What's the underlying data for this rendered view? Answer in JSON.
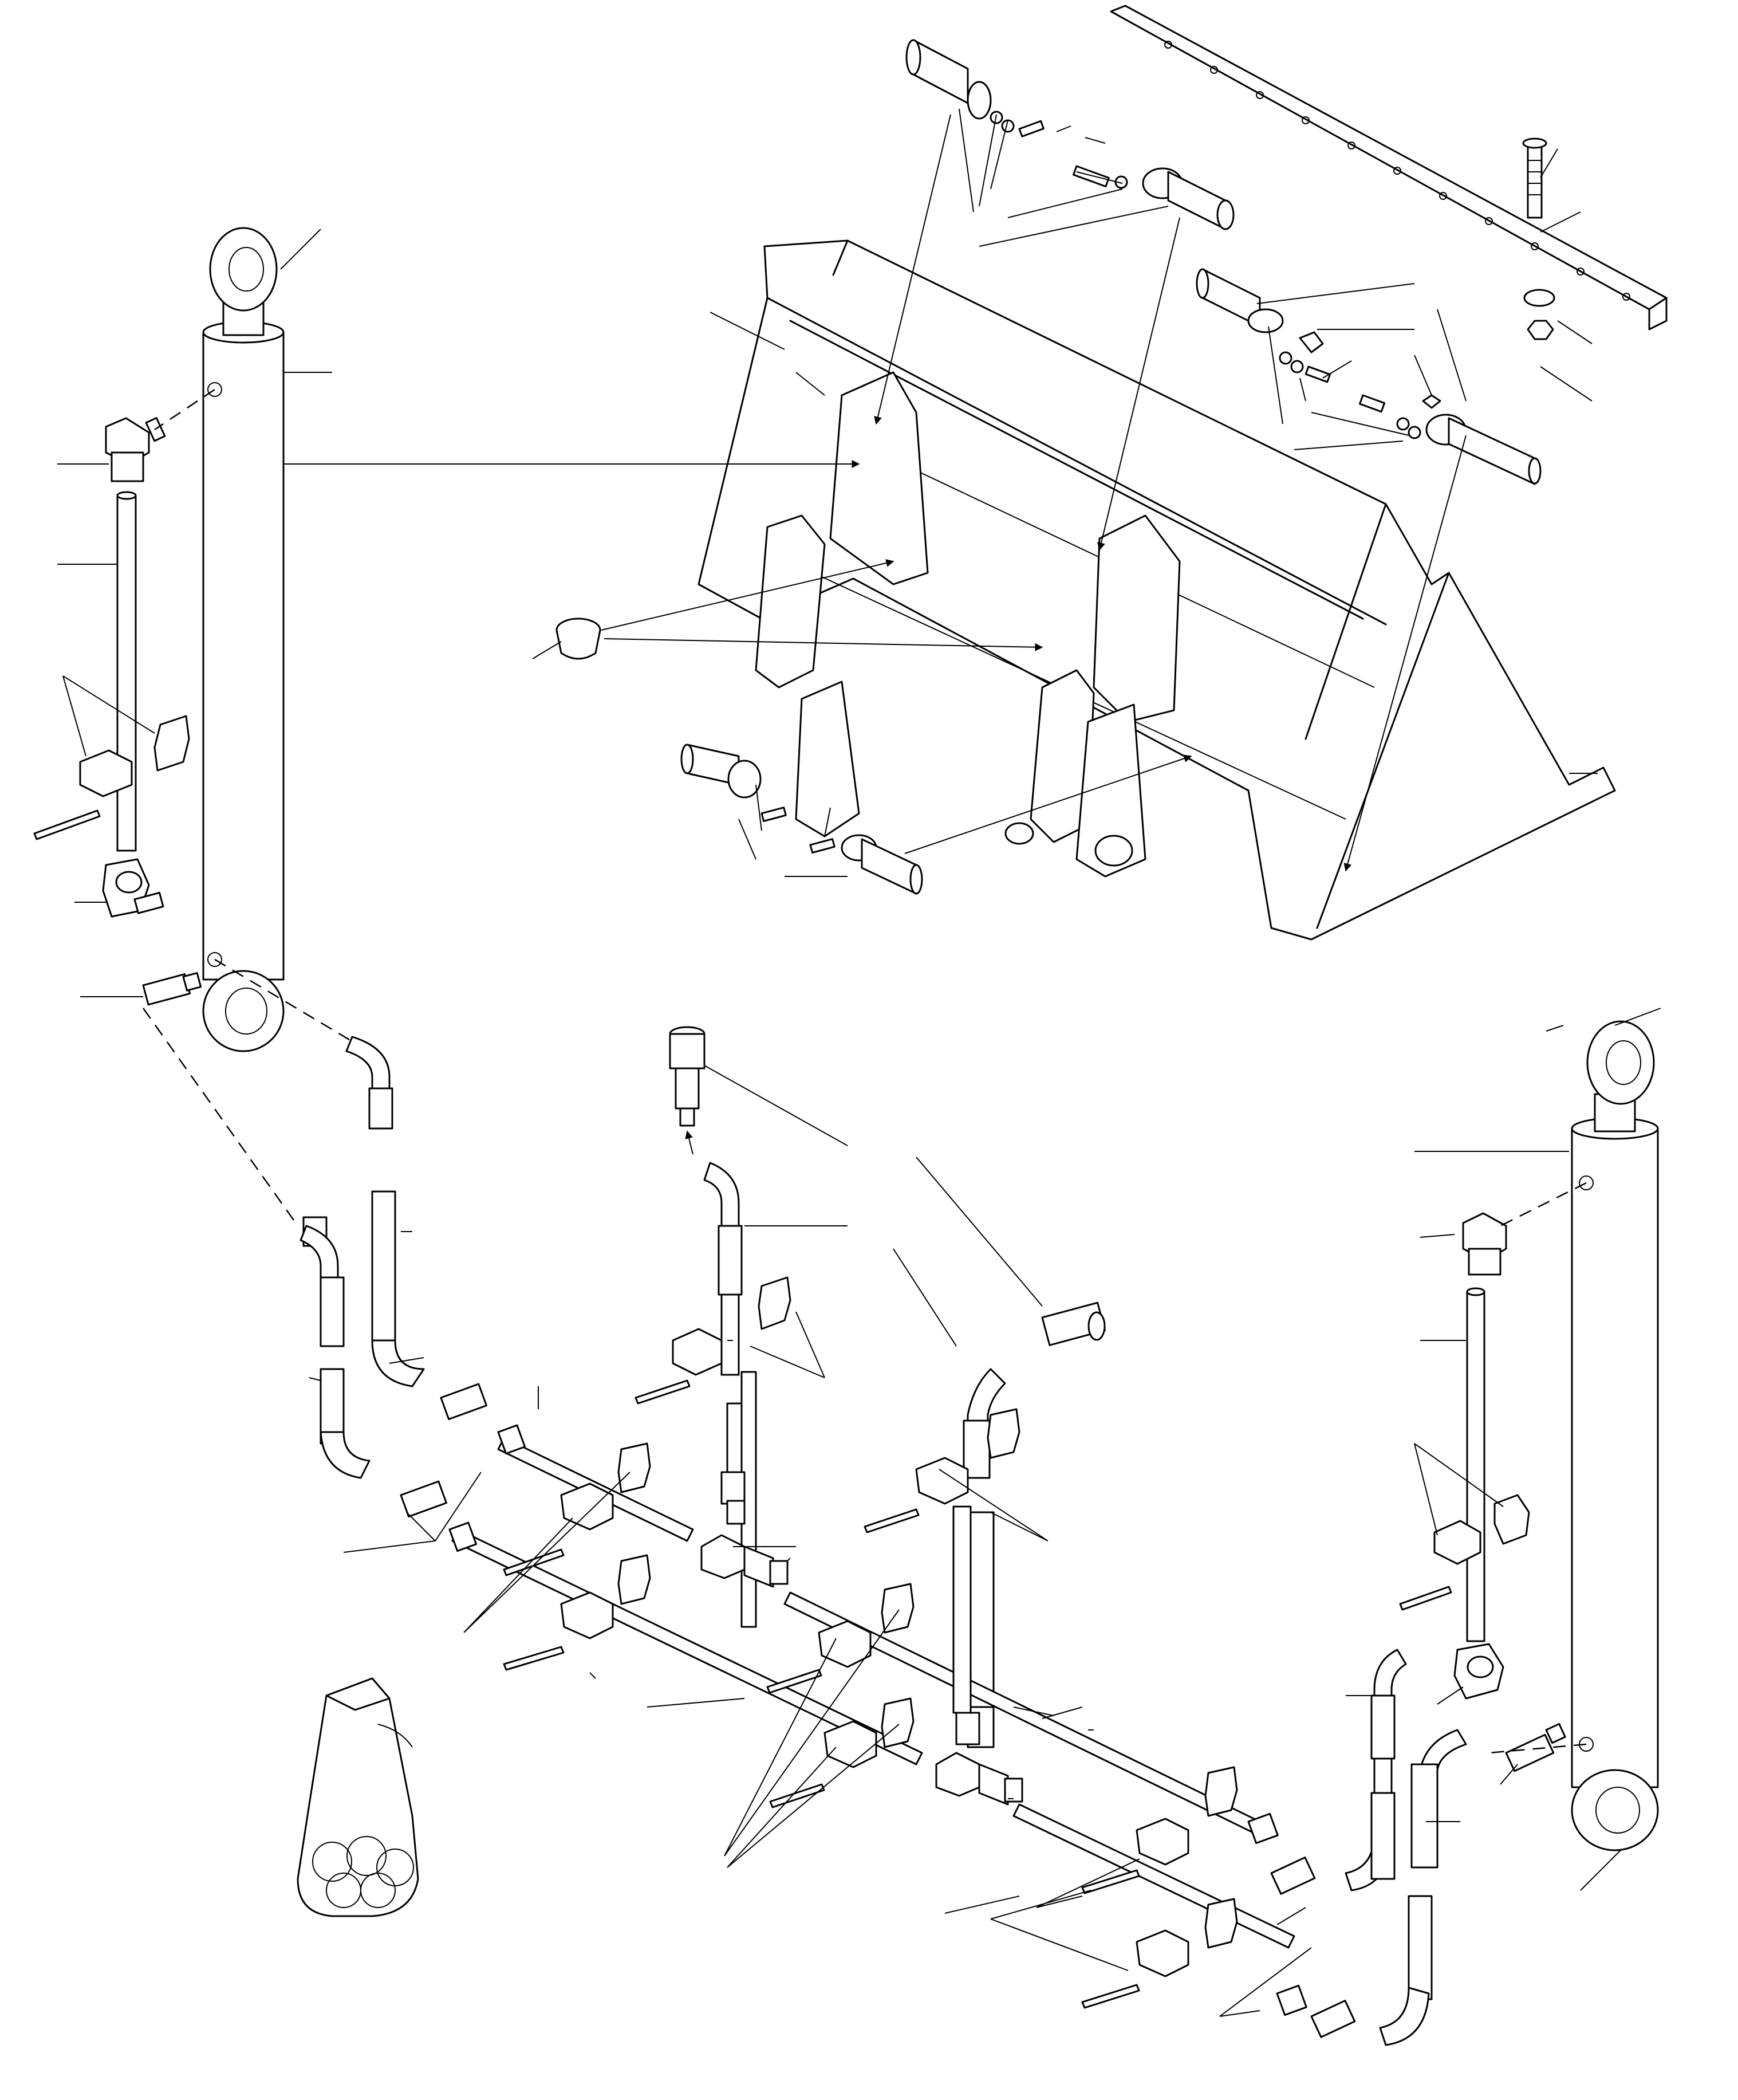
{
  "diagram": {
    "type": "exploded-parts-view",
    "labels": [],
    "parts": [
      "left-lift-cylinder",
      "right-lift-cylinder",
      "loader-bucket",
      "cutting-edge",
      "pivot-pin-top",
      "pivot-pin-right",
      "pivot-pin-lower-left",
      "pivot-pin-lower-right",
      "hydraulic-hoses",
      "hydraulic-tubes",
      "tube-clamps",
      "tee-fittings",
      "elbow-fittings",
      "straight-adapters",
      "quick-coupler",
      "fittings-bag"
    ]
  }
}
